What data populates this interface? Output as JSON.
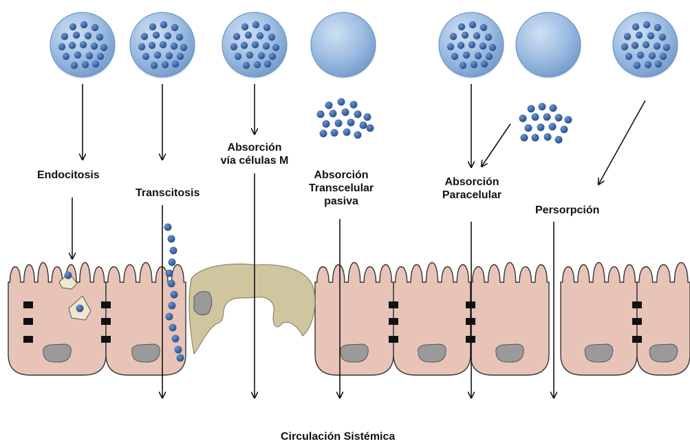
{
  "labels": {
    "endocitosis": "Endocitosis",
    "transcitosis": "Transcitosis",
    "celulas_m_1": "Absorción",
    "celulas_m_2": "vía células M",
    "transcelular_1": "Absorción",
    "transcelular_2": "Transcelular",
    "transcelular_3": "pasiva",
    "paracelular_1": "Absorción",
    "paracelular_2": "Paracelular",
    "persorpcion": "Persorpción",
    "circulacion": "Circulación Sistémica"
  },
  "colors": {
    "particle_fill": "#8fb3dc",
    "particle_edge": "#6f95c4",
    "nanoparticle": "#2d5a9a",
    "epithelial_cell": "#e8c4b8",
    "cell_outline": "#333333",
    "m_cell": "#cfc6a0",
    "nucleus": "#9a9a9a",
    "tight_junction": "#111111",
    "arrow": "#111111"
  },
  "particles": [
    {
      "id": "p1",
      "loaded": true
    },
    {
      "id": "p2",
      "loaded": true
    },
    {
      "id": "p3",
      "loaded": true
    },
    {
      "id": "p4",
      "loaded": false
    },
    {
      "id": "p5",
      "loaded": true
    },
    {
      "id": "p6",
      "loaded": false
    },
    {
      "id": "p7",
      "loaded": true
    }
  ]
}
